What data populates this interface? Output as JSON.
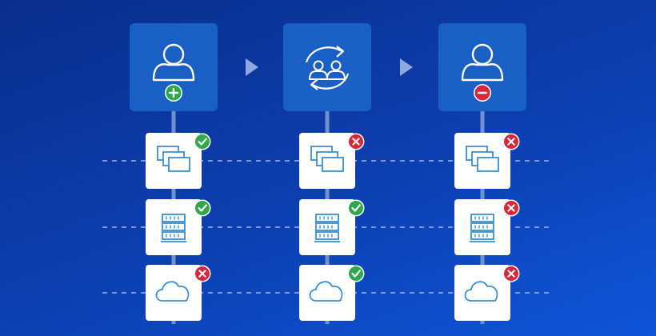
{
  "colors": {
    "background_start": "#0a2e8c",
    "background_end": "#0f55d8",
    "role_tile": "#1a5fc4",
    "connector": "#6f8fd0",
    "dashed_line": "#8fb0e8",
    "resource_tile": "#ffffff",
    "resource_icon": "#3a8fcf",
    "ok": "#2ea84a",
    "denied": "#d8263a"
  },
  "columns": [
    {
      "role_icon": "user-add-icon",
      "resources": [
        {
          "icon": "windows-icon",
          "status": "ok"
        },
        {
          "icon": "server-icon",
          "status": "ok"
        },
        {
          "icon": "cloud-icon",
          "status": "denied"
        }
      ]
    },
    {
      "role_icon": "users-sync-icon",
      "resources": [
        {
          "icon": "windows-icon",
          "status": "denied"
        },
        {
          "icon": "server-icon",
          "status": "ok"
        },
        {
          "icon": "cloud-icon",
          "status": "ok"
        }
      ]
    },
    {
      "role_icon": "user-remove-icon",
      "resources": [
        {
          "icon": "windows-icon",
          "status": "denied"
        },
        {
          "icon": "server-icon",
          "status": "denied"
        },
        {
          "icon": "cloud-icon",
          "status": "denied"
        }
      ]
    }
  ],
  "arrows": [
    "arrow-right-icon",
    "arrow-right-icon"
  ]
}
